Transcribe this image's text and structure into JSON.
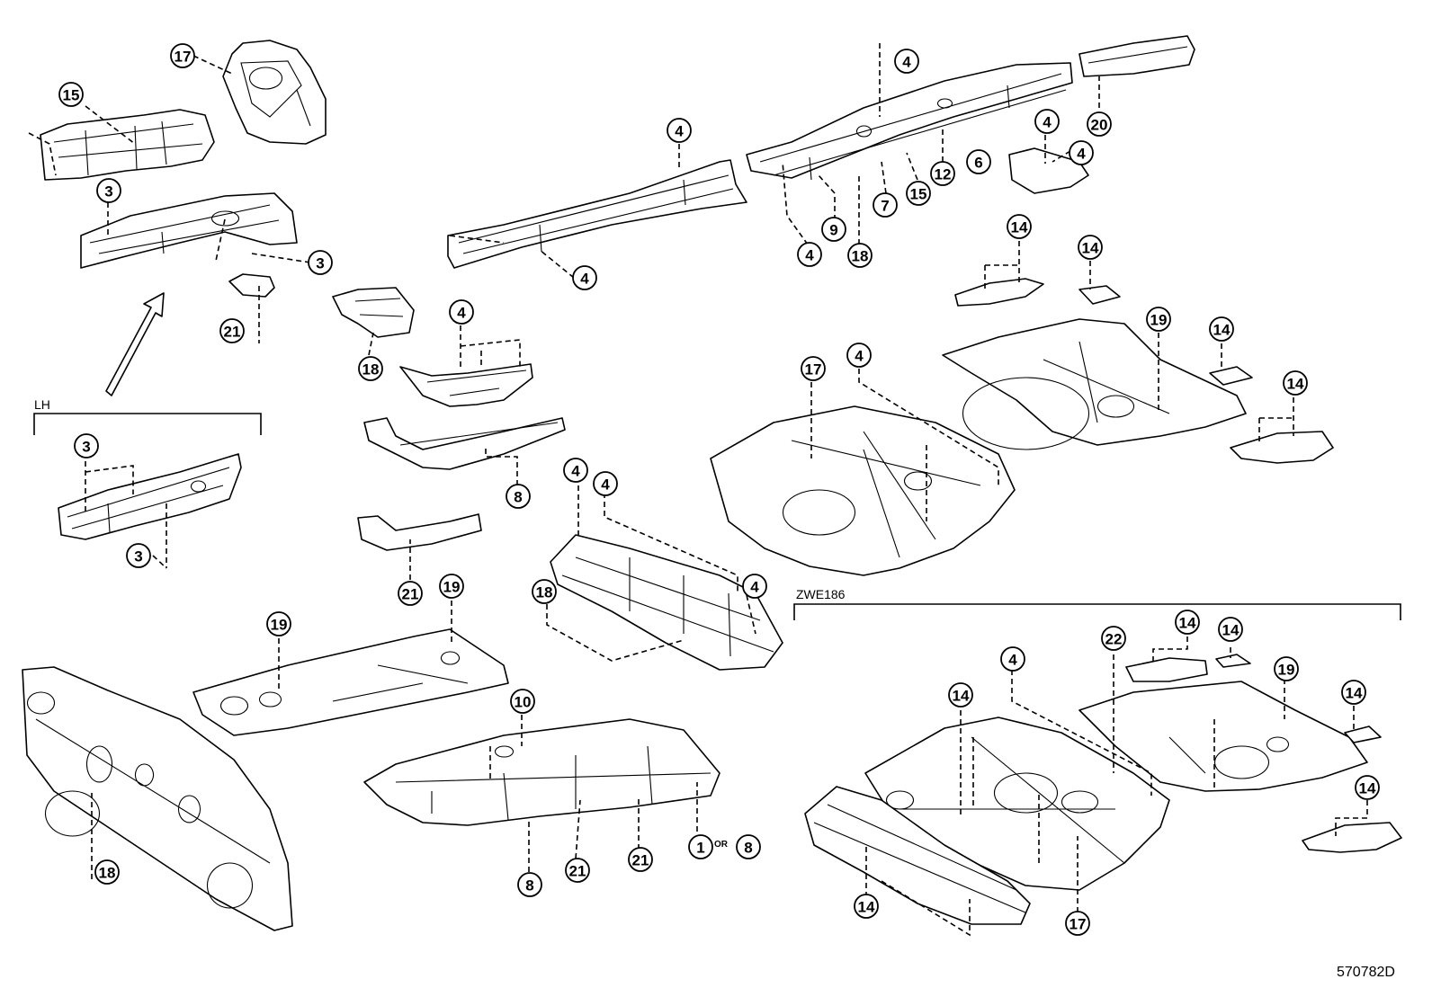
{
  "diagram": {
    "group_labels": {
      "lh": "LH",
      "zwe186": "ZWE186"
    },
    "or_text": "OR",
    "figure_code": "570782D",
    "callouts": [
      {
        "id": "c17a",
        "text": "17"
      },
      {
        "id": "c15a",
        "text": "15"
      },
      {
        "id": "c3a",
        "text": "3"
      },
      {
        "id": "c3b",
        "text": "3"
      },
      {
        "id": "c21a",
        "text": "21"
      },
      {
        "id": "c3c",
        "text": "3"
      },
      {
        "id": "c3d",
        "text": "3"
      },
      {
        "id": "c4a",
        "text": "4"
      },
      {
        "id": "c4b",
        "text": "4"
      },
      {
        "id": "c18a",
        "text": "18"
      },
      {
        "id": "c4c",
        "text": "4"
      },
      {
        "id": "c8a",
        "text": "8"
      },
      {
        "id": "c21b",
        "text": "21"
      },
      {
        "id": "c4d",
        "text": "4"
      },
      {
        "id": "c4e",
        "text": "4"
      },
      {
        "id": "c4f",
        "text": "4"
      },
      {
        "id": "c4g",
        "text": "4"
      },
      {
        "id": "c4h",
        "text": "4"
      },
      {
        "id": "c6",
        "text": "6"
      },
      {
        "id": "c12",
        "text": "12"
      },
      {
        "id": "c15b",
        "text": "15"
      },
      {
        "id": "c7",
        "text": "7"
      },
      {
        "id": "c9",
        "text": "9"
      },
      {
        "id": "c18b",
        "text": "18"
      },
      {
        "id": "c20",
        "text": "20"
      },
      {
        "id": "c14a",
        "text": "14"
      },
      {
        "id": "c14b",
        "text": "14"
      },
      {
        "id": "c19a",
        "text": "19"
      },
      {
        "id": "c14c",
        "text": "14"
      },
      {
        "id": "c14d",
        "text": "14"
      },
      {
        "id": "c17b",
        "text": "17"
      },
      {
        "id": "c4i",
        "text": "4"
      },
      {
        "id": "c4j",
        "text": "4"
      },
      {
        "id": "c4k",
        "text": "4"
      },
      {
        "id": "c4l",
        "text": "4"
      },
      {
        "id": "c18c",
        "text": "18"
      },
      {
        "id": "c19b",
        "text": "19"
      },
      {
        "id": "c19c",
        "text": "19"
      },
      {
        "id": "c10",
        "text": "10"
      },
      {
        "id": "c8b",
        "text": "8"
      },
      {
        "id": "c21c",
        "text": "21"
      },
      {
        "id": "c21d",
        "text": "21"
      },
      {
        "id": "c1",
        "text": "1"
      },
      {
        "id": "c8c",
        "text": "8"
      },
      {
        "id": "c18d",
        "text": "18"
      },
      {
        "id": "c14e",
        "text": "14"
      },
      {
        "id": "c4m",
        "text": "4"
      },
      {
        "id": "c22",
        "text": "22"
      },
      {
        "id": "c14f",
        "text": "14"
      },
      {
        "id": "c14g",
        "text": "14"
      },
      {
        "id": "c19d",
        "text": "19"
      },
      {
        "id": "c14h",
        "text": "14"
      },
      {
        "id": "c14i",
        "text": "14"
      },
      {
        "id": "c14j",
        "text": "14"
      },
      {
        "id": "c17c",
        "text": "17"
      }
    ]
  }
}
